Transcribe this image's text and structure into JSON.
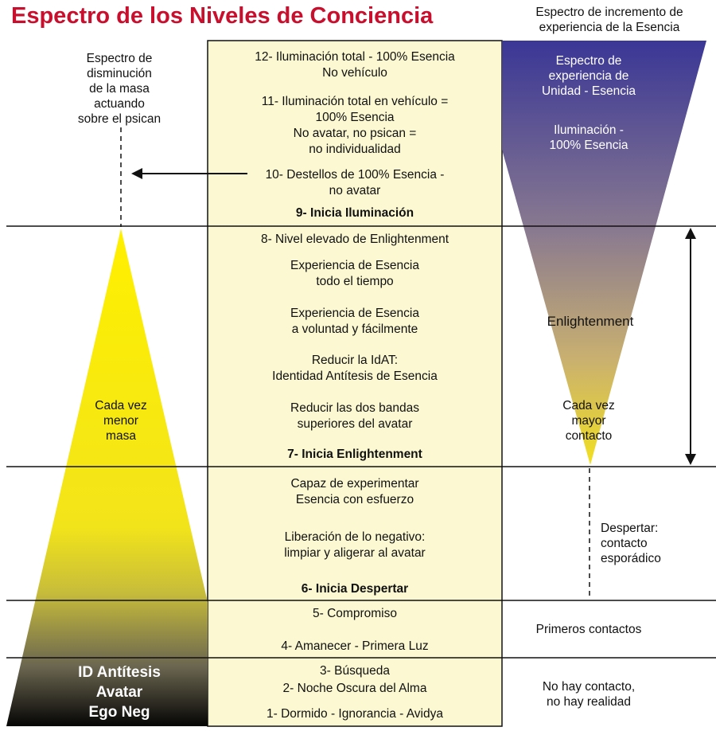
{
  "title": "Espectro de los Niveles de Conciencia",
  "right_header": "Espectro de incremento de\nexperiencia de la Esencia",
  "left_header": "Espectro de\ndisminución\nde la masa\nactuando\nsobre el psican",
  "center_column": {
    "l12": "12- Iluminación total - 100% Esencia\nNo vehículo",
    "l11": "11- Iluminación total en vehículo =\n100% Esencia\nNo avatar, no psican =\nno individualidad",
    "l10": "10- Destellos de 100% Esencia -\nno avatar",
    "l9": "9- Inicia Iluminación",
    "l8": "8- Nivel elevado de Enlightenment",
    "exp1": "Experiencia de Esencia\ntodo el tiempo",
    "exp2": "Experiencia de Esencia\na voluntad y fácilmente",
    "idat": "Reducir la IdAT:\nIdentidad Antítesis de Esencia",
    "bands": "Reducir las dos bandas\nsuperiores del avatar",
    "l7": "7- Inicia Enlightenment",
    "capaz": "Capaz de experimentar\nEsencia con esfuerzo",
    "liber": "Liberación de lo negativo:\nlimpiar y aligerar al avatar",
    "l6": "6- Inicia Despertar",
    "l5": "5- Compromiso",
    "l4": "4- Amanecer - Primera Luz",
    "l3": "3- Búsqueda",
    "l2": "2- Noche Oscura del Alma",
    "l1": "1- Dormido - Ignorancia - Avidya"
  },
  "left_triangle": {
    "label": "Cada vez\nmenor\nmasa",
    "base": "ID Antítesis\nAvatar\nEgo Neg"
  },
  "right_triangle": {
    "unidad": "Espectro de\nexperiencia de\nUnidad - Esencia",
    "ilum": "Iluminación -\n100% Esencia",
    "enlight": "Enlightenment",
    "contacto": "Cada vez\nmayor\ncontacto"
  },
  "right_notes": {
    "despertar": "Despertar:\ncontacto\nesporádico",
    "primeros": "Primeros contactos",
    "no_contacto": "No hay contacto,\nno hay realidad"
  },
  "colors": {
    "title_red": "#c8102e",
    "panel_cream": "#fbf8d2",
    "indigo": "#3a3796",
    "yellow": "#f7ec00"
  }
}
